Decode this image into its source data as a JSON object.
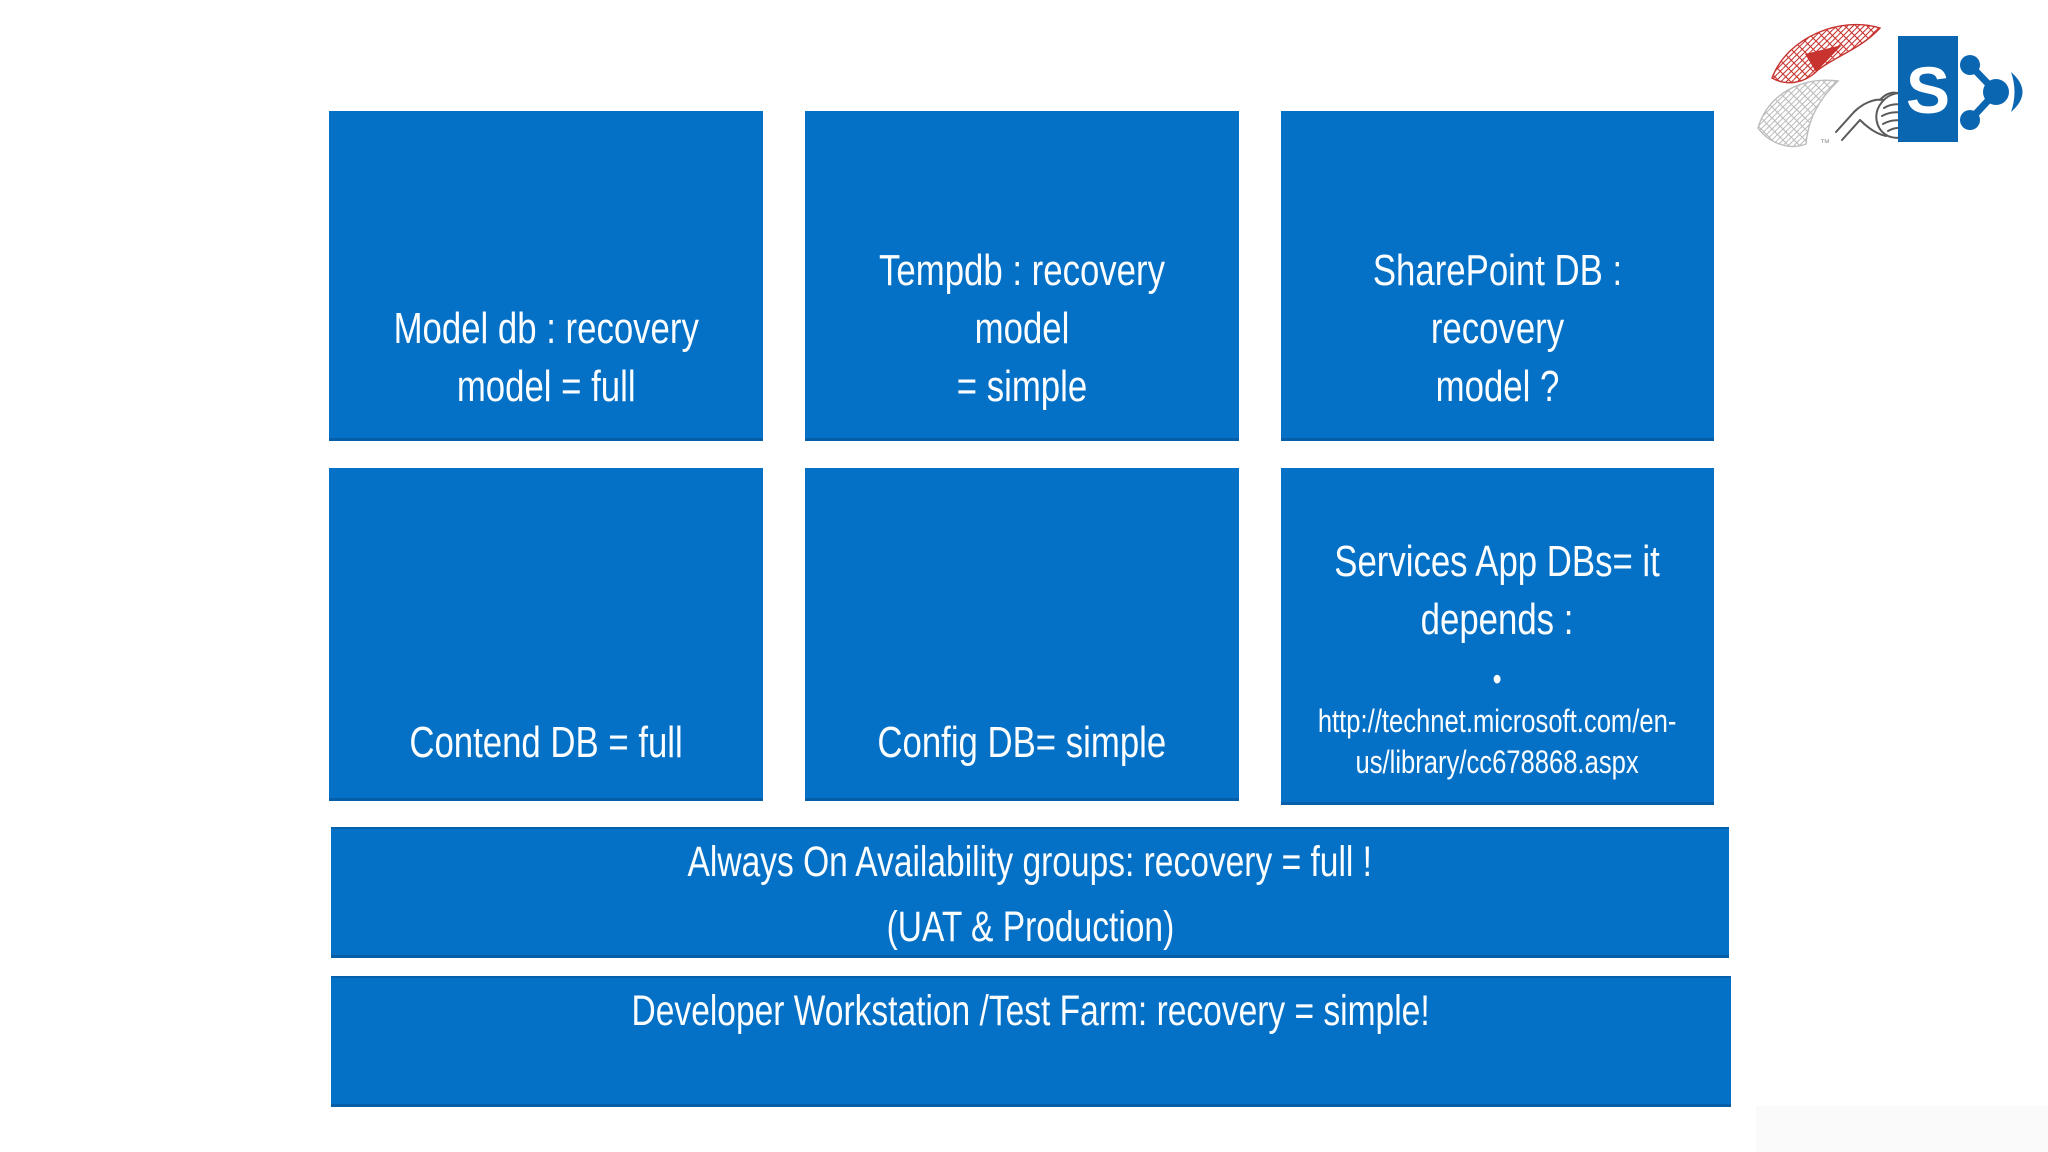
{
  "page": {
    "background": "#ffffff",
    "accent_blue": "#0571c6",
    "text_color": "#fbfdff",
    "sharepoint_blue": "#0b66b2",
    "sql_logo_red": "#c8332f"
  },
  "logos": {
    "sql_server_icon": "sql-server-logo",
    "handshake_icon": "handshake-sketch",
    "sharepoint_icon": "sharepoint-logo",
    "sharepoint_letter": "S",
    "trademark": "™"
  },
  "grid_boxes": [
    {
      "id": "model-db",
      "text": "Model db : recovery\nmodel = full"
    },
    {
      "id": "tempdb",
      "text": "Tempdb : recovery model\n= simple"
    },
    {
      "id": "sharepoint-db",
      "text": "SharePoint DB : recovery\nmodel ?"
    },
    {
      "id": "content-db",
      "text": "Contend DB = full"
    },
    {
      "id": "config-db",
      "text": "Config DB= simple"
    },
    {
      "id": "services-app-db",
      "title": "Services App DBs= it\ndepends :",
      "bullet": "• http://technet.microsoft.com/en-\nus/library/cc678868.aspx"
    }
  ],
  "banners": [
    {
      "id": "alwayson-banner",
      "line1": "Always On Availability groups: recovery = full !",
      "line2": "(UAT & Production)"
    },
    {
      "id": "dev-banner",
      "line1": "Developer Workstation /Test Farm: recovery = simple!"
    }
  ]
}
